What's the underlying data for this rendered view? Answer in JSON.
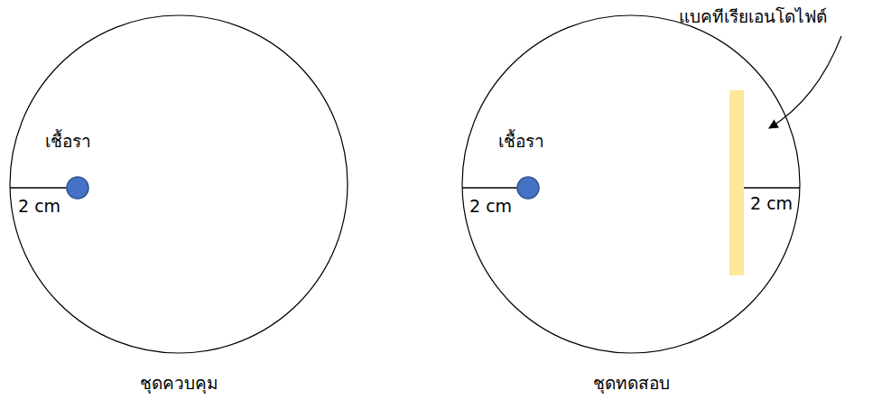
{
  "diagram": {
    "nodes": [
      {
        "text": [
          "เชื้อรา",
          "ชุดควบคุม"
        ]
      },
      {
        "text": [
          "เชื้อรา",
          "ชุดทดสอบ"
        ]
      }
    ],
    "labels": [
      "2 cm",
      "2 cm",
      "2 cm",
      "แบคทีเรียเอนโดไฟต์"
    ]
  }
}
